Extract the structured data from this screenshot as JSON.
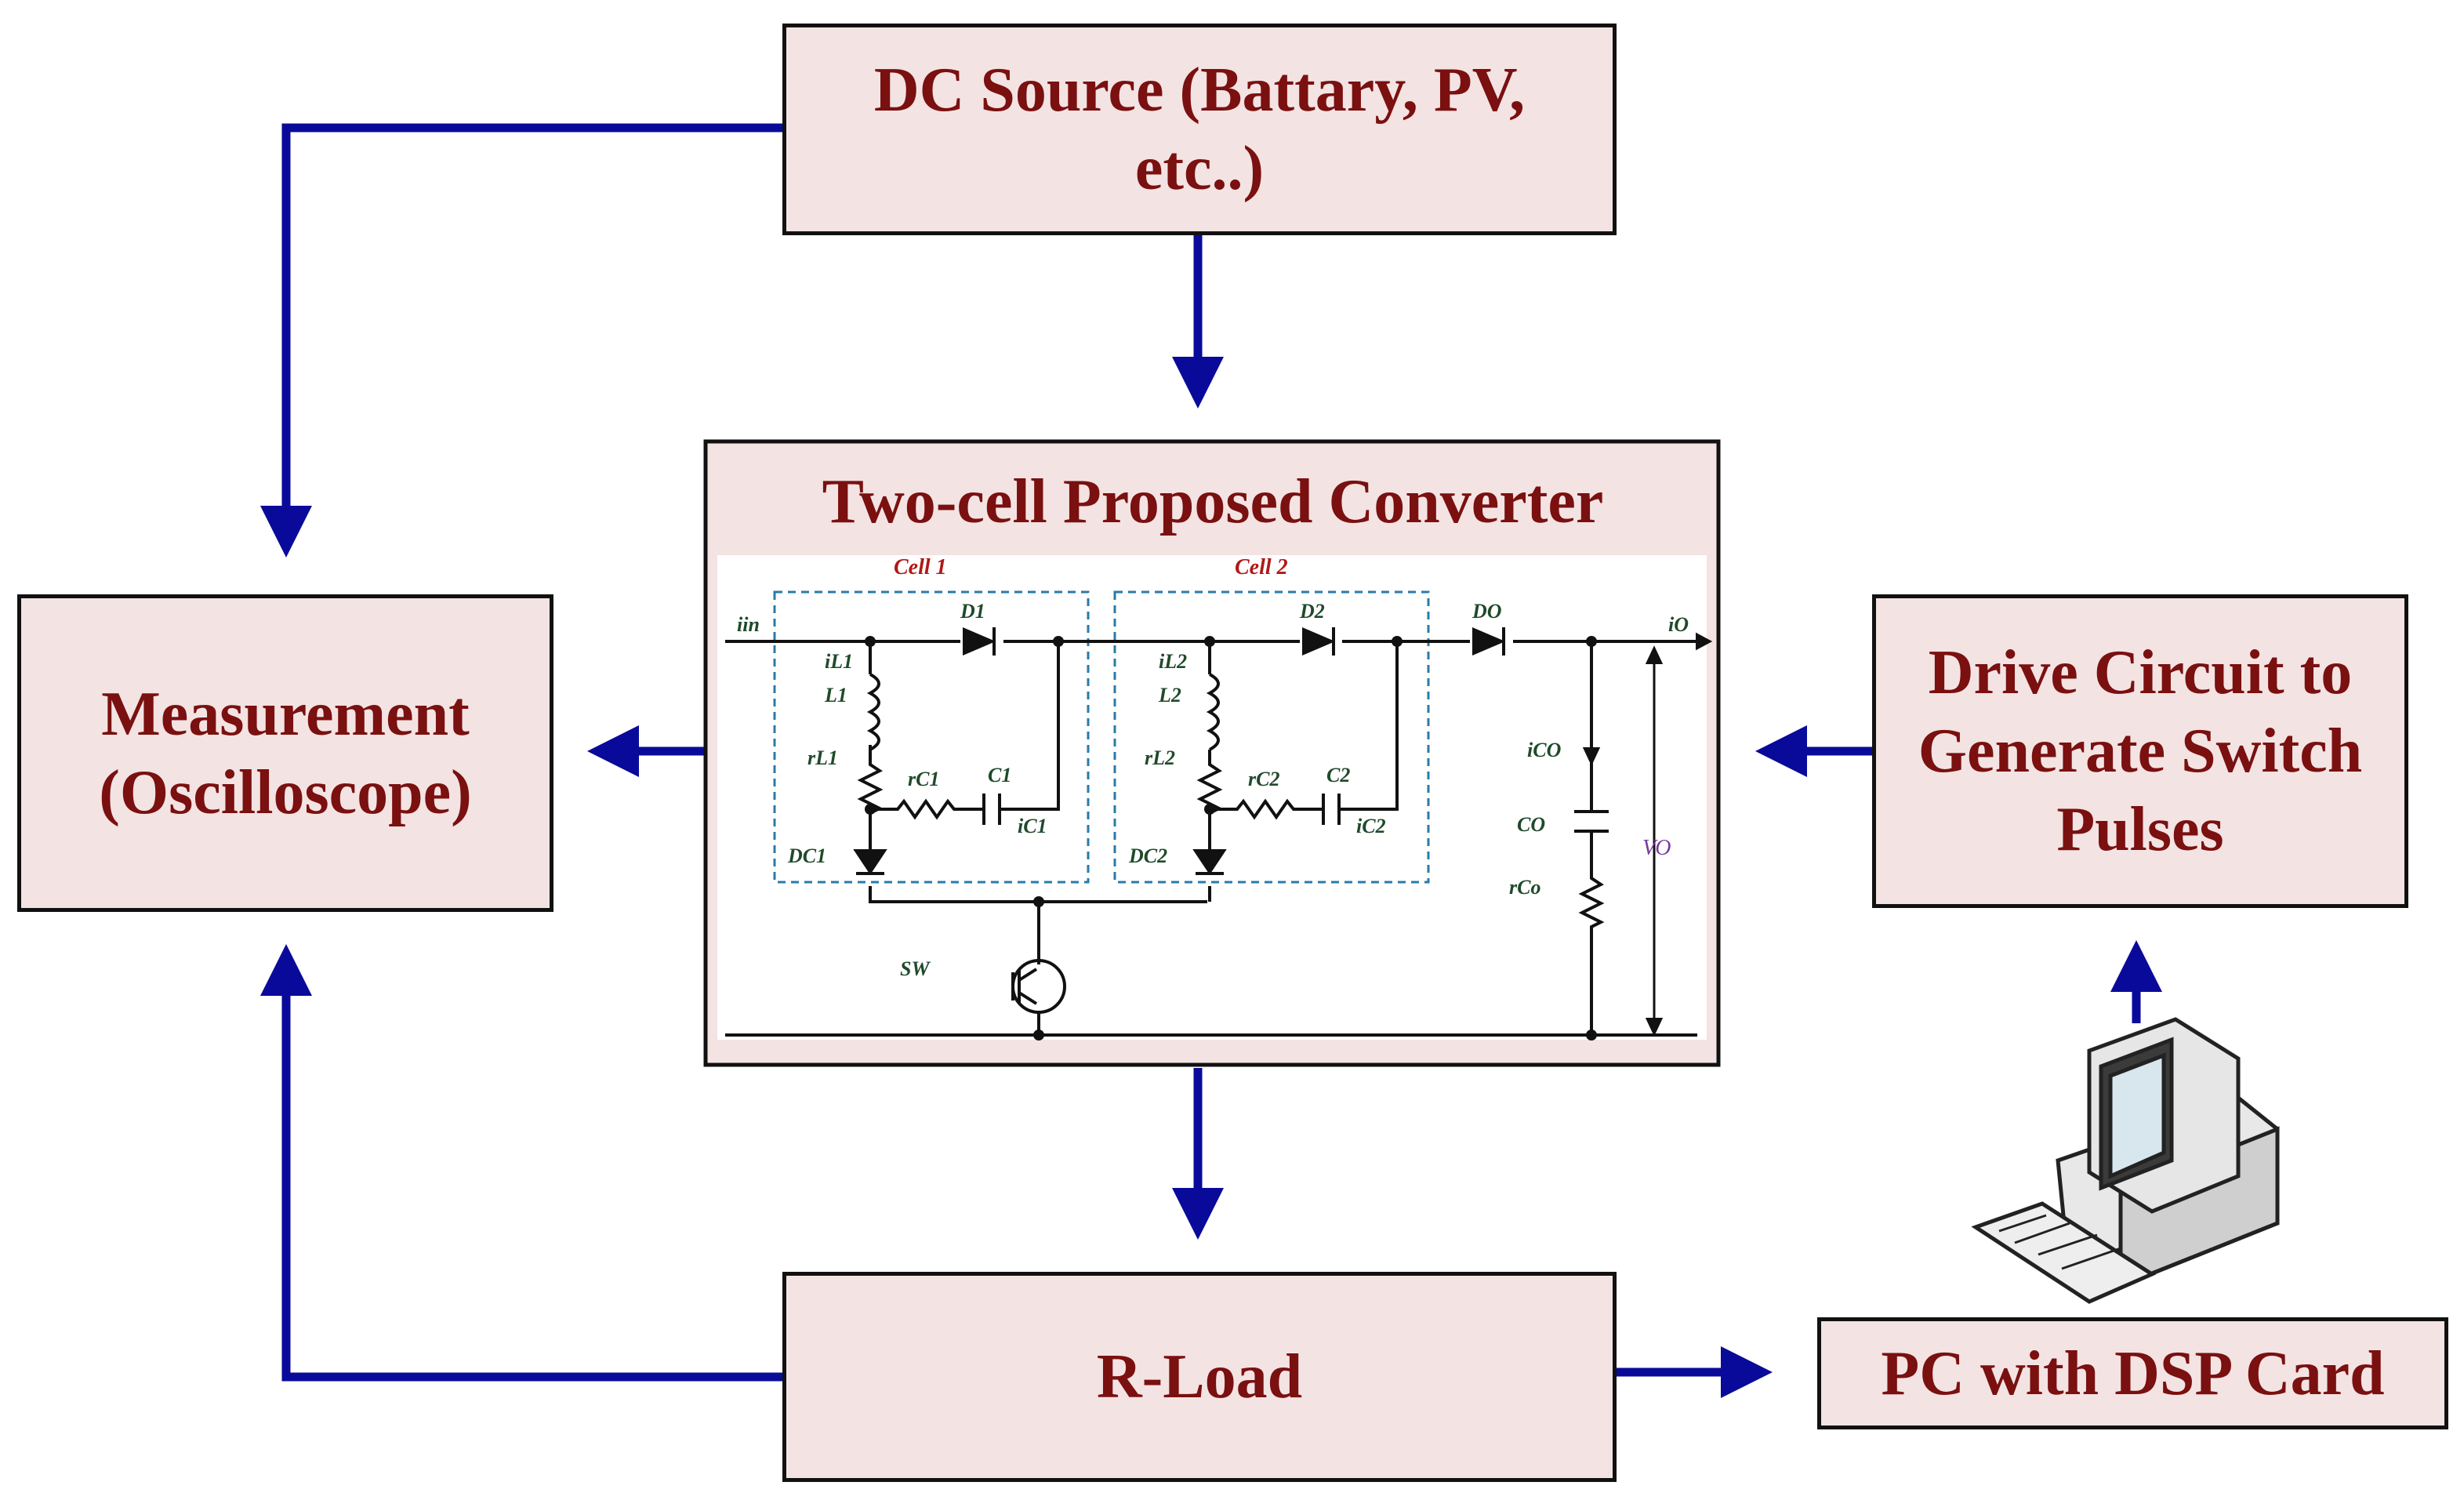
{
  "blocks": {
    "dc_source": [
      "DC Source (Battary, PV,",
      "etc..)"
    ],
    "measurement": [
      "Measurement",
      "(Oscilloscope)"
    ],
    "converter_title": "Two-cell Proposed Converter",
    "drive": [
      "Drive Circuit to",
      "Generate Switch",
      "Pulses"
    ],
    "r_load": "R-Load",
    "pc": "PC with DSP Card"
  },
  "circuit": {
    "cells": [
      "Cell 1",
      "Cell 2"
    ],
    "labels": {
      "iin": "iin",
      "il1": "iL1",
      "L1": "L1",
      "rl1": "rL1",
      "D1": "D1",
      "rc1": "rC1",
      "C1": "C1",
      "ic1": "iC1",
      "dc1": "DC1",
      "il2": "iL2",
      "L2": "L2",
      "rl2": "rL2",
      "D2": "D2",
      "rc2": "rC2",
      "C2": "C2",
      "ic2": "iC2",
      "dc2": "DC2",
      "Do": "DO",
      "io": "iO",
      "ico": "iCO",
      "Co": "CO",
      "rco": "rCo",
      "vo": "VO",
      "sw": "SW"
    }
  },
  "colors": {
    "arrow": "#0a0a9a",
    "text": "#7a1010",
    "box": "#f4e3e3"
  }
}
